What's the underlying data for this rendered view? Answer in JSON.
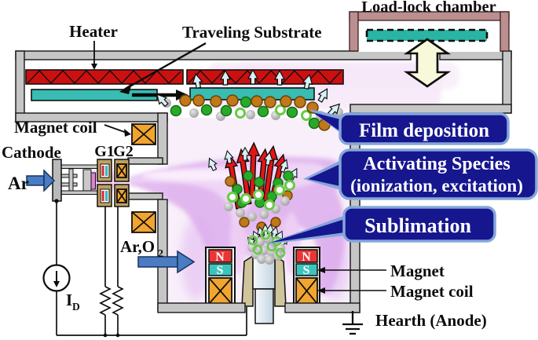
{
  "figure": {
    "description": "Schematic diagram of a reactive deposition chamber with plasma gun, sublimation hearth and load-lock chamber"
  },
  "labels": {
    "load_lock": "Load-lock chamber",
    "heater": "Heater",
    "traveling_substrate": "Traveling Substrate",
    "magnet_coil_top": "Magnet coil",
    "cathode": "Cathode",
    "g1": "G1",
    "g2": "G2",
    "ar": "Ar",
    "gas_main": "Ar,O",
    "gas_sub": "2",
    "magnet": "Magnet",
    "magnet_coil_bottom": "Magnet coil",
    "hearth": "Hearth (Anode)",
    "current_main": "I",
    "current_sub": "D",
    "pole_n": "N",
    "pole_s": "S"
  },
  "callouts": {
    "film_deposition": "Film deposition",
    "activating_line1": "Activating Species",
    "activating_line2": "(ionization, excitation)",
    "sublimation": "Sublimation"
  },
  "symbols": {
    "current_source": "circle-with-down-arrow",
    "resistor": "zigzag-resistor",
    "ground": "earth-ground",
    "magnet_coil": "x-crossed-box",
    "gas_inlet": "blue-right-arrow",
    "transfer": "cream-double-vertical-arrow",
    "flux": "cyan-up-arrow",
    "activated_flux": "red-up-arrow"
  },
  "colors": {
    "heater_red": "#cc1010",
    "substrate_teal": "#39bcb2",
    "wall_gray": "#c6c6c6",
    "loadlock_mauve": "#bb8f8f",
    "transfer_arrow_cream": "#f8f8da",
    "badge_navy": "#16168f",
    "badge_border_blue": "#84a6da",
    "plasma_lavender": "#dcaaec",
    "gas_arrow_blue": "#4a7cc4",
    "coil_orange": "#f2a52e",
    "pole_n_red": "#e93535",
    "pole_s_teal": "#3cc4bc",
    "particle_brown": "#c07818",
    "particle_green": "#2aa82a",
    "particle_gray": "#b5b5b5",
    "ring_green": "#66cc44"
  }
}
